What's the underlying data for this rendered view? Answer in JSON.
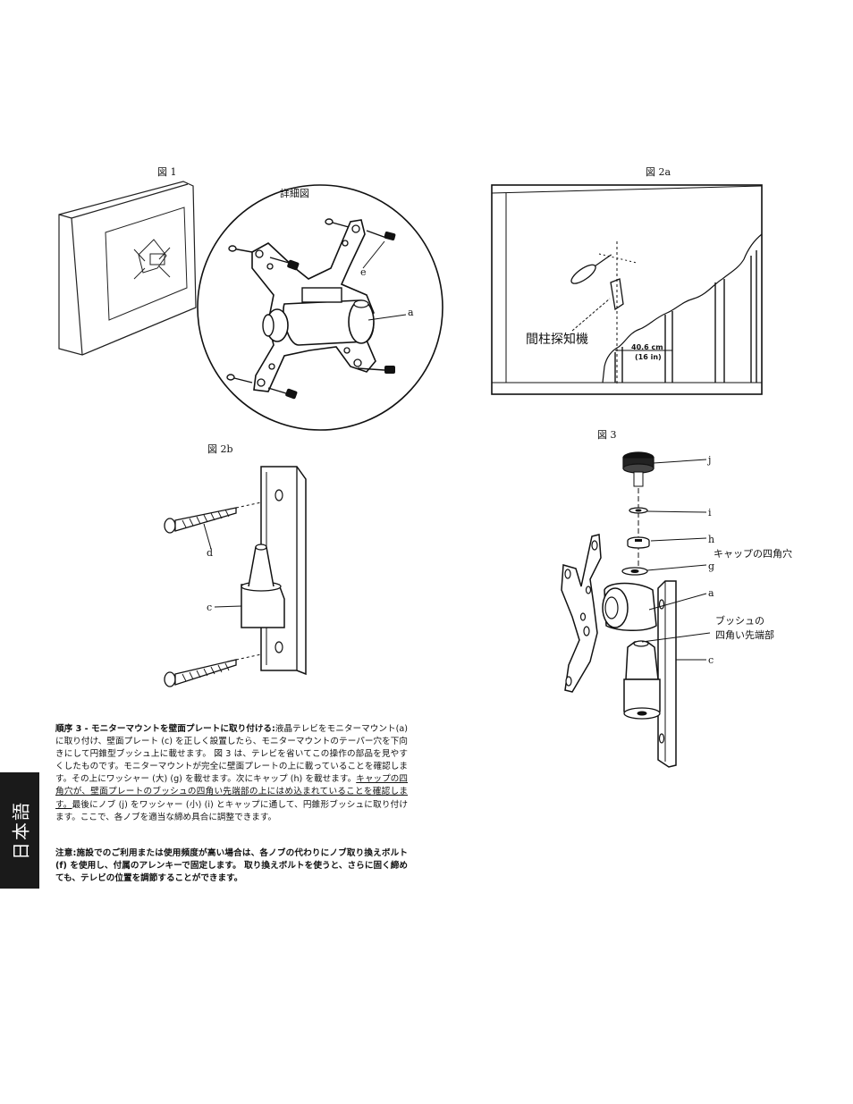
{
  "figures": {
    "fig1": {
      "label": "図 1",
      "detail_title": "詳細図",
      "callouts": {
        "e": "e",
        "a": "a"
      }
    },
    "fig2a": {
      "label": "図 2a",
      "stud_finder": "間柱探知機",
      "measure_cm": "40.6 cm",
      "measure_in": "(16 in)"
    },
    "fig2b": {
      "label": "図 2b",
      "callouts": {
        "d": "d",
        "c": "c"
      }
    },
    "fig3": {
      "label": "図 3",
      "callouts": {
        "j": "j",
        "i": "i",
        "h": "h",
        "g": "g",
        "a": "a",
        "c": "c"
      },
      "cap_square_hole": "キャップの四角穴",
      "bush_line1": "ブッシュの",
      "bush_line2": "四角い先端部"
    }
  },
  "instructions": {
    "step_title": "順序 3 - モニターマウントを壁面プレートに取り付ける:",
    "p1": "液晶テレビをモニターマウント(a) に取り付け、壁面プレート (c) を正しく設置したら、モニターマウントのテーパー穴を下向きにして円錐型ブッシュ上に載せます。 図 3 は、テレビを省いてこの操作の部品を見やすくしたものです。モニターマウントが完全に壁面プレートの上に載っていることを確認します。その上にワッシャー (大) (g) を載せます。次にキャップ (h) を載せます。",
    "p1_underlined": "キャップの四角穴が、壁面プレートのブッシュの四角い先端部の上にはめ込まれていることを確認します。",
    "p1_end": "最後にノブ (j) をワッシャー (小) (i) とキャップに通して、円錐形ブッシュに取り付けます。ここで、各ノブを適当な締め具合に調整できます。",
    "note": "注意:施設でのご利用または使用頻度が高い場合は、各ノブの代わりにノブ取り換えボルト (f) を使用し、付属のアレンキーで固定します。 取り換えボルトを使うと、さらに固く締めても、テレビの位置を調節することができます。"
  },
  "side_tab": {
    "label": "日本語"
  }
}
